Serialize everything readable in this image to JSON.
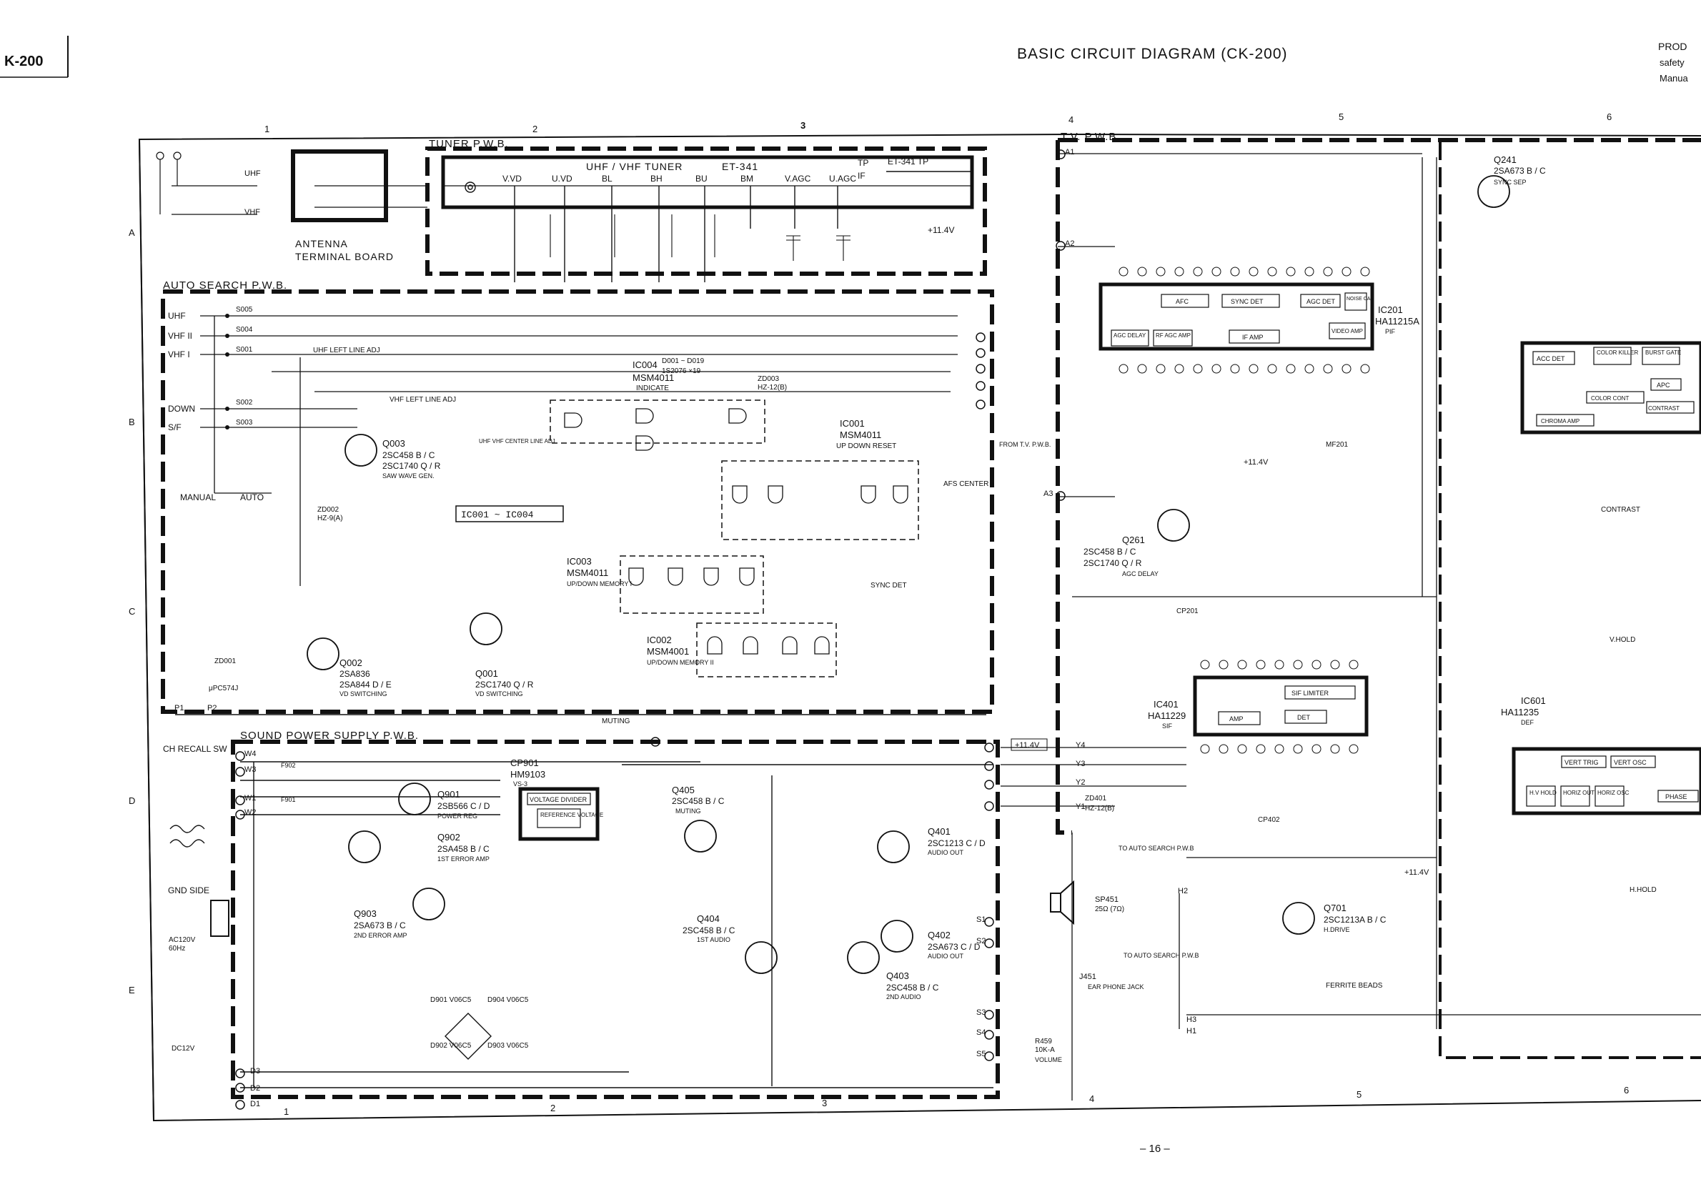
{
  "page": {
    "model_tag": "K-200",
    "title": "BASIC CIRCUIT DIAGRAM (CK-200)",
    "corner_notes": [
      "PROD",
      "safety",
      "Manua"
    ],
    "page_number": "– 16 –"
  },
  "grid": {
    "top": [
      "1",
      "2",
      "3",
      "4",
      "5",
      "6"
    ],
    "bottom": [
      "1",
      "2",
      "3",
      "4",
      "5",
      "6"
    ],
    "left": [
      "A",
      "B",
      "C",
      "D",
      "E"
    ]
  },
  "boards": {
    "tuner": "TUNER P.W.B.",
    "auto_search": "AUTO SEARCH P.W.B.",
    "sound_power": "SOUND POWER SUPPLY P.W.B.",
    "tv": "T.V. P.W.B."
  },
  "antenna": {
    "label_line1": "ANTENNA",
    "label_line2": "TERMINAL BOARD",
    "terminals": [
      "UHF",
      "VHF"
    ]
  },
  "tuner": {
    "name": "UHF / VHF TUNER",
    "part": "ET-341",
    "pins": [
      "V.VD",
      "U.VD",
      "BL",
      "BH",
      "BU",
      "BM",
      "V.AGC",
      "U.AGC",
      "TP",
      "IF"
    ],
    "tp_label": "ET-341 TP",
    "supply": "+11.4V"
  },
  "auto_search": {
    "switches": [
      "UHF",
      "VHF II",
      "VHF I",
      "DOWN",
      "S/F"
    ],
    "switch_refs": [
      "S005",
      "S004",
      "S001",
      "S002",
      "S003"
    ],
    "manual": "MANUAL",
    "auto": "AUTO",
    "chips": [
      {
        "ref": "IC004",
        "type": "MSM4011",
        "role": "INDICATE"
      },
      {
        "ref": "IC001",
        "type": "MSM4011",
        "role": "UP DOWN RESET"
      },
      {
        "ref": "IC003",
        "type": "MSM4011",
        "role": "UP/DOWN MEMORY I"
      },
      {
        "ref": "IC002",
        "type": "MSM4001",
        "role": "UP/DOWN MEMORY II"
      }
    ],
    "ic_range": "IC001 ~ IC004",
    "transistors": [
      {
        "ref": "Q003",
        "types": [
          "2SC458 B / C",
          "2SC1740 Q / R"
        ],
        "role": "SAW WAVE GEN."
      },
      {
        "ref": "Q002",
        "types": [
          "2SA836",
          "2SA844 D / E"
        ],
        "role": "VD SWITCHING"
      },
      {
        "ref": "Q001",
        "types": [
          "2SC1740 Q / R"
        ],
        "role": "VD SWITCHING"
      }
    ],
    "diodes": [
      "D001 ~ D019",
      "1S2076 ×19"
    ],
    "labels": [
      "UHF LEFT LINE ADJ",
      "VHF LEFT LINE ADJ",
      "UHF VHF CENTER LINE ADJ",
      "AFS CENTER",
      "SYNC DET",
      "FROM T.V. P.W.B.",
      "ZD001",
      "μPC574J",
      "ZD002",
      "HZ-9(A)",
      "ZD003",
      "HZ-12(B)"
    ],
    "ch_recall": "CH RECALL SW",
    "muting": "MUTING"
  },
  "sound_power": {
    "transistors": [
      {
        "ref": "Q901",
        "type": "2SB566 C / D",
        "role": "POWER REG"
      },
      {
        "ref": "Q902",
        "type": "2SA458 B / C",
        "role": "1ST ERROR AMP"
      },
      {
        "ref": "Q903",
        "type": "2SA673 B / C",
        "role": "2ND ERROR AMP"
      },
      {
        "ref": "Q405",
        "type": "2SC458 B / C",
        "role": "MUTING"
      },
      {
        "ref": "Q404",
        "type": "2SC458 B / C",
        "role": "1ST AUDIO"
      },
      {
        "ref": "Q401",
        "type": "2SC1213 C / D",
        "role": "AUDIO OUT"
      },
      {
        "ref": "Q402",
        "type": "2SA673 C / D",
        "role": "AUDIO OUT"
      },
      {
        "ref": "Q403",
        "type": "2SC458 B / C",
        "role": "2ND AUDIO"
      }
    ],
    "cp901": {
      "ref": "CP901",
      "type": "HM9103",
      "variant": "VS-3",
      "block1": "VOLTAGE DIVIDER",
      "block2": "REFERENCE VOLTAGE"
    },
    "bridge": [
      "D901 V06C5",
      "D902 V06C5",
      "D903 V06C5",
      "D904 V06C5"
    ],
    "mains": [
      "AC120V",
      "60Hz"
    ],
    "gnd_side": "GND SIDE",
    "dc_in": "DC12V",
    "fuses": [
      "F901",
      "F902"
    ],
    "speaker": {
      "ref": "SP451",
      "spec": "25Ω (7Ω)"
    },
    "jack": {
      "ref": "J451",
      "name": "EAR PHONE JACK"
    },
    "volume": {
      "ref": "R459",
      "value": "10K-A",
      "name": "VOLUME"
    },
    "to_auto": "TO AUTO SEARCH P.W.B"
  },
  "tv": {
    "chips": [
      {
        "ref": "IC201",
        "type": "HA11215A",
        "role": "PIF",
        "blocks": [
          "AFC",
          "SYNC DET",
          "AGC DET",
          "NOISE CAN",
          "AGC DELAY",
          "RF AGC AMP",
          "IF AMP",
          "VIDEO AMP"
        ]
      },
      {
        "ref": "IC401",
        "type": "HA11229",
        "role": "SIF",
        "blocks": [
          "SIF LIMITER",
          "AMP",
          "DET"
        ]
      },
      {
        "ref": "IC601",
        "type": "HA11235",
        "role": "DEF",
        "blocks": [
          "VERT TRIG",
          "VERT OSC",
          "H.V HOLD",
          "HORIZ OUT",
          "HORIZ OSC",
          "PHASE"
        ]
      }
    ],
    "chroma_blocks": [
      "ACC DET",
      "COLOR KILLER",
      "BURST GATE",
      "APC",
      "COLOR CONT",
      "CONTRAST",
      "CHROMA AMP"
    ],
    "transistors": [
      {
        "ref": "Q241",
        "type": "2SA673 B / C",
        "role": "SYNC SEP"
      },
      {
        "ref": "Q261",
        "type": "2SC458 B / C",
        "type2": "2SC1740 Q / R",
        "role": "AGC DELAY"
      },
      {
        "ref": "Q701",
        "type": "2SC1213A B / C",
        "role": "H.DRIVE"
      }
    ],
    "labels": [
      "CP201",
      "CP402",
      "MF201",
      "ZD401",
      "HZ-12(B)",
      "FERRITE BEADS",
      "TO AUTO SEARCH P.W.B",
      "V.HOLD",
      "H.HOLD",
      "CONTRAST"
    ],
    "connectors": [
      "A1",
      "A2",
      "A3",
      "Y1",
      "Y2",
      "Y3",
      "Y4",
      "S1",
      "S2",
      "S3",
      "S4",
      "S5",
      "H1",
      "H2",
      "H3",
      "W1",
      "W2",
      "W3",
      "W4",
      "P1",
      "P2",
      "D1",
      "D2",
      "D3"
    ],
    "supply": "+11.4V"
  }
}
